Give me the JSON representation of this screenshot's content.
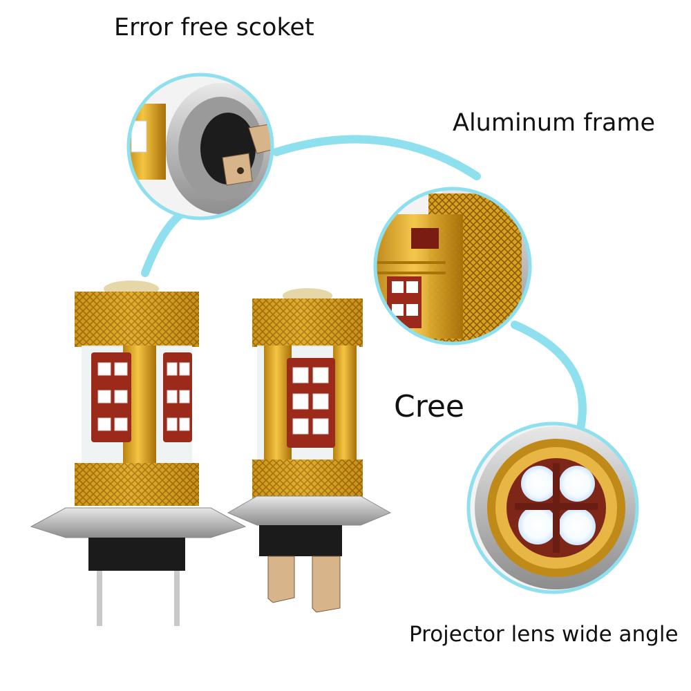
{
  "labels": {
    "socket": "Error free scoket",
    "frame": "Aluminum frame",
    "chip": "Cree",
    "lens": "Projector lens wide angle"
  },
  "colors": {
    "accent_ring": "#8fe0ee",
    "gold": "#d9a21e",
    "silver": "#c8c8c8"
  }
}
